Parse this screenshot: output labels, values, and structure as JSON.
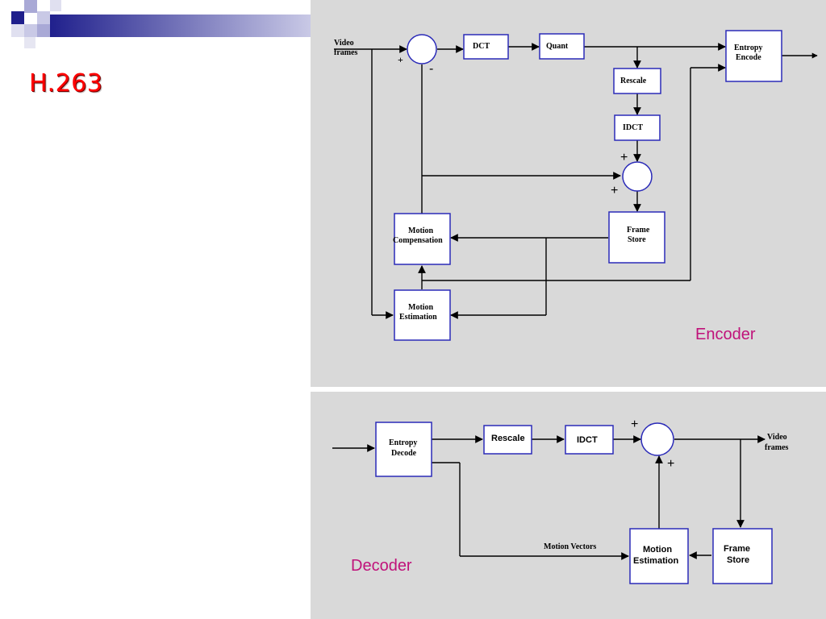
{
  "slide": {
    "title": "H.263"
  },
  "colors": {
    "title": "#ff0000",
    "panel_label": "#c0127a",
    "box_border": "#2a2ab8",
    "panel_bg": "#d9d9d9",
    "deco_dark": "#1f1f8c",
    "deco_light": "#a9a9d6"
  },
  "encoder": {
    "label": "Encoder",
    "input_label": [
      "Video",
      "frames"
    ],
    "blocks": {
      "dct": "DCT",
      "quant": "Quant",
      "entropy_encode": [
        "Entropy",
        "Encode"
      ],
      "rescale": "Rescale",
      "idct": "IDCT",
      "frame_store": [
        "Frame",
        "Store"
      ],
      "motion_compensation": [
        "Motion",
        "Compensation"
      ],
      "motion_estimation": [
        "Motion",
        "Estimation"
      ]
    },
    "signs": {
      "sub_plus": "+",
      "sub_minus": "-",
      "add_plus_top": "+",
      "add_plus_left": "+"
    }
  },
  "decoder": {
    "label": "Decoder",
    "output_label": [
      "Video",
      "frames"
    ],
    "blocks": {
      "entropy_decode": [
        "Entropy",
        "Decode"
      ],
      "rescale": "Rescale",
      "idct": "IDCT",
      "motion_estimation": [
        "Motion",
        "Estimation"
      ],
      "frame_store": [
        "Frame",
        "Store"
      ]
    },
    "motion_vectors_label": "Motion Vectors",
    "signs": {
      "add_plus_top": "+",
      "add_plus_bottom": "+"
    }
  }
}
